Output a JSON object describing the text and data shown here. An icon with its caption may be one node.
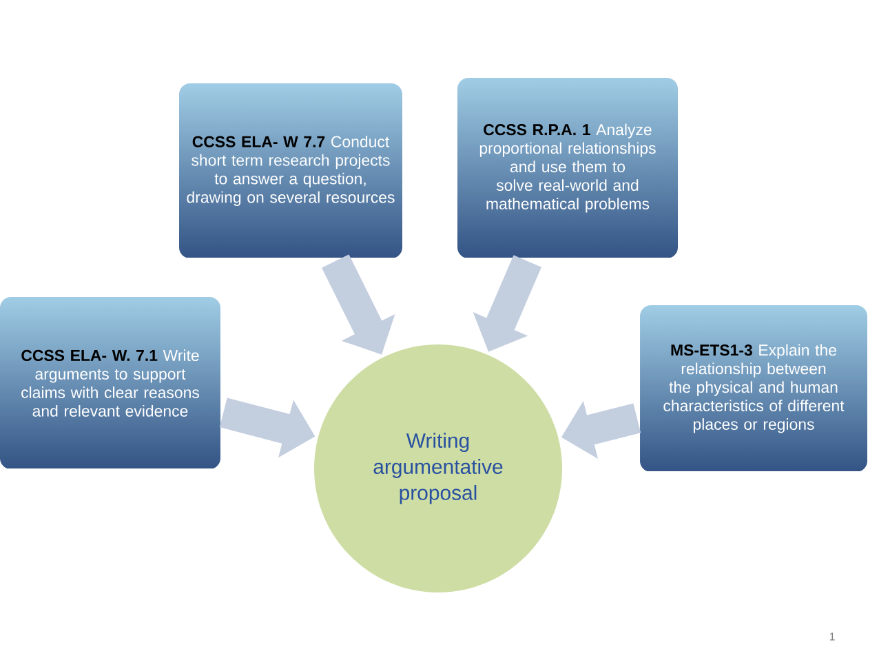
{
  "diagram": {
    "nodes": [
      {
        "text": [
          "CCSS ELA- W 7.7",
          "Conduct short term research projects to answer a question, drawing on several resources"
        ]
      },
      {
        "text": [
          "CCSS R.P.A. 1",
          "Analyze proportional relationships and use them to solve real-world and mathematical problems"
        ]
      },
      {
        "text": [
          "CCSS ELA- W. 7.1",
          "Write arguments to support claims with clear reasons and relevant evidence"
        ]
      },
      {
        "text": [
          "MS-ETS1-3",
          "Explain the relationship between the physical and human characteristics of different places or regions"
        ]
      },
      {
        "text": [
          "Writing argumentative proposal"
        ]
      }
    ],
    "edges": [
      {
        "from": 0,
        "to": 4,
        "arrow": "to"
      },
      {
        "from": 1,
        "to": 4,
        "arrow": "to"
      },
      {
        "from": 2,
        "to": 4,
        "arrow": "to"
      },
      {
        "from": 3,
        "to": 4,
        "arrow": "to"
      }
    ],
    "labels": [
      "1"
    ]
  }
}
